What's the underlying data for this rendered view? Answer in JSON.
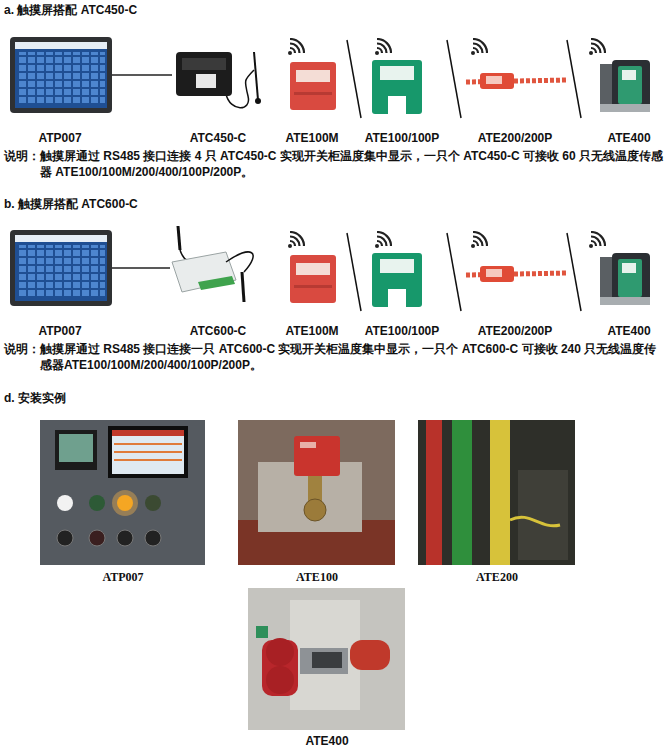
{
  "diagram": {
    "nodes": [
      {
        "text": [
          "ATP007"
        ]
      },
      {
        "text": [
          "ATC450-C"
        ]
      },
      {
        "text": [
          "ATE100M"
        ]
      },
      {
        "text": [
          "ATE100/100P"
        ]
      },
      {
        "text": [
          "ATE200/200P"
        ]
      },
      {
        "text": [
          "ATE400"
        ]
      },
      {
        "text": [
          "ATP007"
        ]
      },
      {
        "text": [
          "ATC600-C"
        ]
      },
      {
        "text": [
          "ATE100M"
        ]
      },
      {
        "text": [
          "ATE100/100P"
        ]
      },
      {
        "text": [
          "ATE200/200P"
        ]
      },
      {
        "text": [
          "ATE400"
        ]
      },
      {
        "text": [
          "ATP007"
        ]
      },
      {
        "text": [
          "ATE100"
        ]
      },
      {
        "text": [
          "ATE200"
        ]
      },
      {
        "text": [
          "ATE400"
        ]
      }
    ],
    "edges": [
      {
        "from": 0,
        "to": 1,
        "arrow": "none"
      },
      {
        "from": 6,
        "to": 7,
        "arrow": "none"
      }
    ],
    "labels": [
      "a. 触摸屏搭配 ATC450-C",
      "说明：触摸屏通过 RS485 接口连接 4 只 ATC450-C 实现开关柜温度集中显示，一只个 ATC450-C 可接收 60 只无线温度传感器 ATE100/100M/200/400/100P/200P。",
      "b. 触摸屏搭配 ATC600-C",
      "说明：触摸屏通过 RS485 接口连接一只 ATC600-C 实现开关柜温度集中显示，一只个 ATC600-C 可接收 240 只无线温度传感器ATE100/100M/200/400/100P/200P。",
      "d. 安装实例"
    ]
  }
}
